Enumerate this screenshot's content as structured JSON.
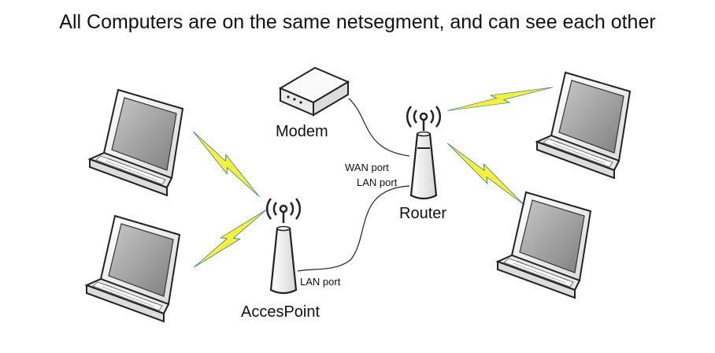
{
  "title": "All Computers are on the same netsegment, and can see each other",
  "nodes": {
    "modem": "Modem",
    "router": "Router",
    "accesspoint": "AccesPoint"
  },
  "ports": {
    "router_wan": "WAN port",
    "router_lan": "LAN port",
    "ap_lan": "LAN port"
  },
  "icons": {
    "laptop": "laptop-icon",
    "modem": "modem-icon",
    "antenna": "antenna-icon",
    "wireless": "wireless-link-icon"
  },
  "colors": {
    "line": "#222222",
    "device_fill": "#f4f4f4",
    "screen": "#9a9a9a",
    "wireless_bolt": "#f2f23a",
    "wireless_edge": "#2a6f8a"
  }
}
